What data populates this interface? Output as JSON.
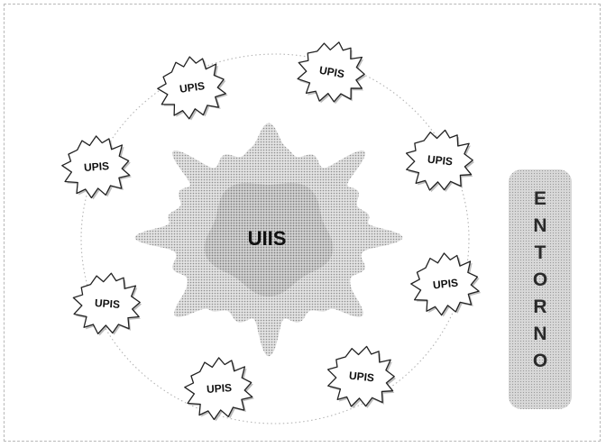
{
  "center": {
    "label": "UIIS"
  },
  "units": [
    {
      "label": "UPIS"
    },
    {
      "label": "UPIS"
    },
    {
      "label": "UPIS"
    },
    {
      "label": "UPIS"
    },
    {
      "label": "UPIS"
    },
    {
      "label": "UPIS"
    },
    {
      "label": "UPIS"
    },
    {
      "label": "UPIS"
    }
  ],
  "environment": {
    "label": "ENTORNO",
    "letters": [
      "E",
      "N",
      "T",
      "O",
      "R",
      "N",
      "O"
    ]
  }
}
